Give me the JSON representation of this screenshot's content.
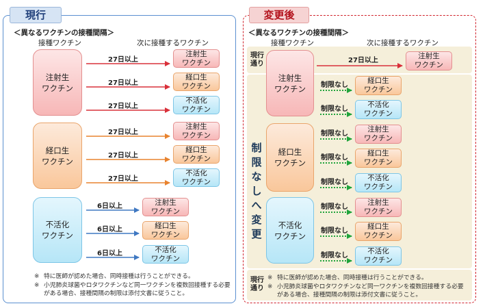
{
  "left": {
    "title": "現行",
    "subtitle": "＜異なるワクチンの接種間隔＞",
    "col_from": "接種ワクチン",
    "col_to": "次に接種するワクチン",
    "groups": [
      {
        "label": "注射生\nワクチン",
        "rows": [
          {
            "interval": "27日以上",
            "target": "注射生\nワクチン"
          },
          {
            "interval": "27日以上",
            "target": "経口生\nワクチン"
          },
          {
            "interval": "27日以上",
            "target": "不活化\nワクチン"
          }
        ]
      },
      {
        "label": "経口生\nワクチン",
        "rows": [
          {
            "interval": "27日以上",
            "target": "注射生\nワクチン"
          },
          {
            "interval": "27日以上",
            "target": "経口生\nワクチン"
          },
          {
            "interval": "27日以上",
            "target": "不活化\nワクチン"
          }
        ]
      },
      {
        "label": "不活化\nワクチン",
        "rows": [
          {
            "interval": "6日以上",
            "target": "注射生\nワクチン"
          },
          {
            "interval": "6日以上",
            "target": "経口生\nワクチン"
          },
          {
            "interval": "6日以上",
            "target": "不活化\nワクチン"
          }
        ]
      }
    ],
    "note_mark1": "※",
    "note1": "特に医師が認めた場合、同時接種は行うことができる。",
    "note_mark2": "※",
    "note2": "小児肺炎球菌やロタワクチンなど同一ワクチンを複数回接種する必要\nがある場合、接種間隔の制限は添付文書に従うこと。"
  },
  "right": {
    "title": "変更後",
    "subtitle": "＜異なるワクチンの接種間隔＞",
    "col_from": "接種ワクチン",
    "col_to": "次に接種するワクチン",
    "current_tag": "現行\n通り",
    "vertical_label": "制\n限\nな\nし\nへ\n変\n更",
    "groups": [
      {
        "label": "注射生\nワクチン",
        "rows": [
          {
            "interval": "27日以上",
            "target": "注射生\nワクチン"
          },
          {
            "interval": "制限なし",
            "target": "経口生\nワクチン"
          },
          {
            "interval": "制限なし",
            "target": "不活化\nワクチン"
          }
        ]
      },
      {
        "label": "経口生\nワクチン",
        "rows": [
          {
            "interval": "制限なし",
            "target": "注射生\nワクチン"
          },
          {
            "interval": "制限なし",
            "target": "経口生\nワクチン"
          },
          {
            "interval": "制限なし",
            "target": "不活化\nワクチン"
          }
        ]
      },
      {
        "label": "不活化\nワクチン",
        "rows": [
          {
            "interval": "制限なし",
            "target": "注射生\nワクチン"
          },
          {
            "interval": "制限なし",
            "target": "経口生\nワクチン"
          },
          {
            "interval": "制限なし",
            "target": "不活化\nワクチン"
          }
        ]
      }
    ],
    "footer_tag": "現行\n通り",
    "note_mark1": "※",
    "note1": "特に医師が認めた場合、同時接種は行うことができる。",
    "note_mark2": "※",
    "note2": "小児肺炎球菌やロタワクチンなど同一ワクチンを複数回接種する必要\nがある場合、接種間隔の制限は添付文書に従うこと。"
  },
  "colors": {
    "arrow_red": "#d9303a",
    "arrow_orange": "#e8832f",
    "arrow_blue": "#3f78c2",
    "arrow_green": "#1fa33a"
  }
}
